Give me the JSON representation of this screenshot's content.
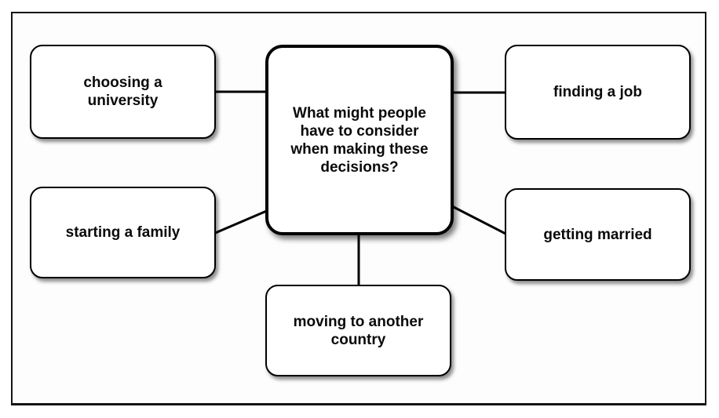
{
  "diagram": {
    "type": "mind-map",
    "center": {
      "label": "What might people have to consider when making these decisions?"
    },
    "nodes": [
      {
        "id": "choosing-a-university",
        "label": "choosing a university",
        "position": "top-left"
      },
      {
        "id": "finding-a-job",
        "label": "finding a job",
        "position": "top-right"
      },
      {
        "id": "starting-a-family",
        "label": "starting a family",
        "position": "middle-left"
      },
      {
        "id": "getting-married",
        "label": "getting married",
        "position": "middle-right"
      },
      {
        "id": "moving-to-another-country",
        "label": "moving to another country",
        "position": "bottom-center"
      }
    ],
    "edges": [
      {
        "from": "center",
        "to": "choosing-a-university"
      },
      {
        "from": "center",
        "to": "finding-a-job"
      },
      {
        "from": "center",
        "to": "starting-a-family"
      },
      {
        "from": "center",
        "to": "getting-married"
      },
      {
        "from": "center",
        "to": "moving-to-another-country"
      }
    ],
    "colors": {
      "box_fill": "#ffffff",
      "box_border": "#000000",
      "text": "#0a0a0a",
      "connector": "#000000",
      "frame_border": "#141414",
      "background": "#fdfdfd"
    }
  }
}
